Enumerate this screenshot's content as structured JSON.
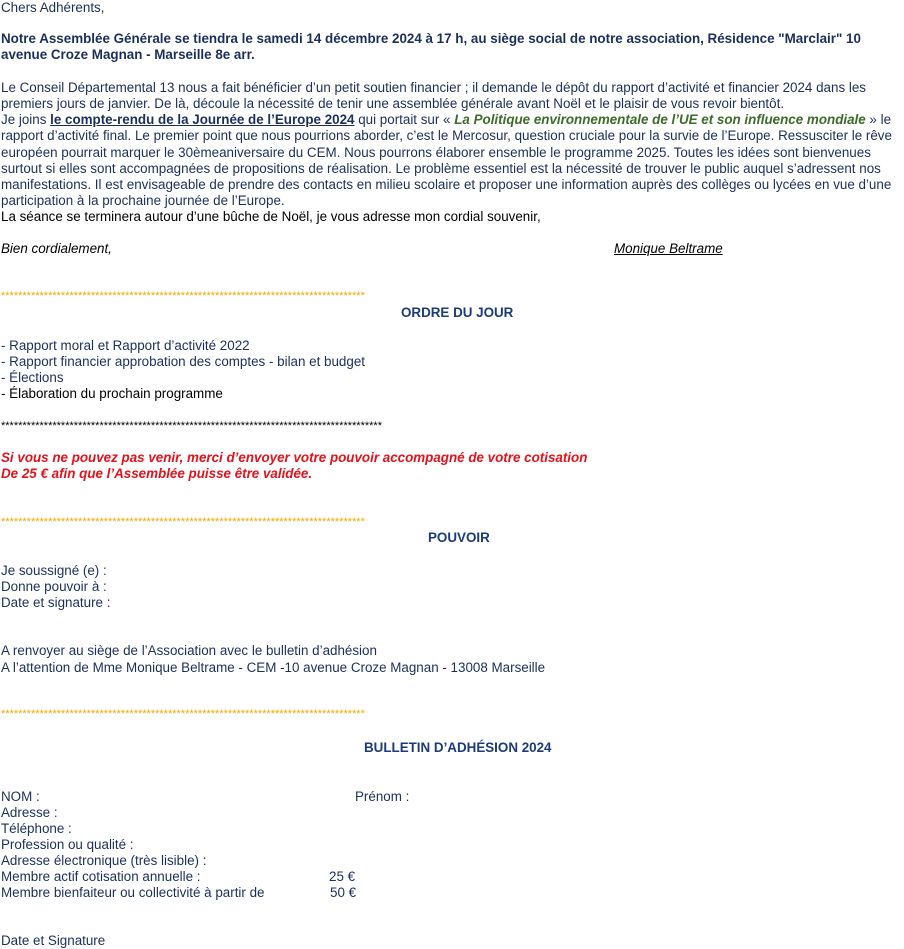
{
  "greeting": "Chers Adhérents,",
  "announcement": " Notre Assemblée Générale se tiendra le samedi 14 décembre 2024 à 17 h, au siège social de notre association, Résidence \"Marclair\" 10 avenue Croze Magnan - Marseille 8e arr.",
  "paragraph1": "Le Conseil Départemental 13 nous a fait bénéficier d’un petit soutien financier ; il demande le dépôt du rapport d’activité et financier 2024 dans les premiers jours de janvier. De là, découle la nécessité de tenir une assemblée générale avant Noël et le plaisir de vous revoir bientôt.",
  "paragraph2": {
    "before_link": "Je joins ",
    "link": "le compte-rendu de la Journée de l’Europe 2024",
    "middle": " qui portait  sur « ",
    "green": "La Politique environnementale de l’UE et son influence mondiale",
    "after": " » le rapport d’activité final. Le premier point que nous pourrions aborder, c’est le Mercosur, question cruciale pour la survie de l’Europe. Ressusciter le rêve européen pourrait marquer le 30èmeaniversaire du CEM. Nous pourrons élaborer ensemble le programme 2025. Toutes les idées sont bienvenues surtout si elles sont accompagnées de propositions de réalisation. Le problème essentiel est la nécessité de trouver le public auquel s’adressent nos manifestations. Il est envisageable de prendre des contacts en milieu scolaire et proposer une information auprès des collèges ou lycées en vue d’une participation à la prochaine journée de l’Europe."
  },
  "closing_line": "La séance se terminera autour d’une bûche de Noël, je vous adresse mon cordial souvenir,",
  "regards": "Bien cordialement,",
  "signature": "Monique Beltrame ",
  "stars_orange": "*************************************************************************************",
  "stars_black": " *****************************************************************************************",
  "agenda": {
    "title": "ORDRE DU JOUR",
    "items": [
      "-  Rapport moral et Rapport d’activité 2022",
      "-  Rapport financier approbation des comptes - bilan et budget",
      "- Élections",
      "- Élaboration du prochain programme"
    ]
  },
  "notice": {
    "line1": "Si vous ne pouvez pas venir, merci d’envoyer votre pouvoir accompagné de votre cotisation",
    "line2": "De 25 € afin que l’Assemblée puisse être validée."
  },
  "proxy": {
    "title": "POUVOIR",
    "fields": [
      "Je soussigné (e) :",
      "Donne pouvoir à :",
      "Date et signature :"
    ]
  },
  "return_info": {
    "line1": "A renvoyer au siège de l’Association avec le bulletin d’adhésion",
    "line2": "A l’attention de Mme Monique Beltrame - CEM -10 avenue Croze Magnan - 13008 Marseille"
  },
  "membership": {
    "title": "BULLETIN D’ADHÉSION 2024",
    "nom": "NOM :",
    "prenom": "Prénom :",
    "adresse": "Adresse :",
    "telephone": "Téléphone :",
    "profession": "Profession ou qualité :",
    "email": " Adresse électronique (très lisible) :",
    "actif_label": "Membre actif    cotisation annuelle :",
    "actif_value": "25 €",
    "bienfaiteur_label": "Membre bienfaiteur ou collectivité à partir de",
    "bienfaiteur_value": "50 €",
    "date_signature": "Date et Signature"
  }
}
